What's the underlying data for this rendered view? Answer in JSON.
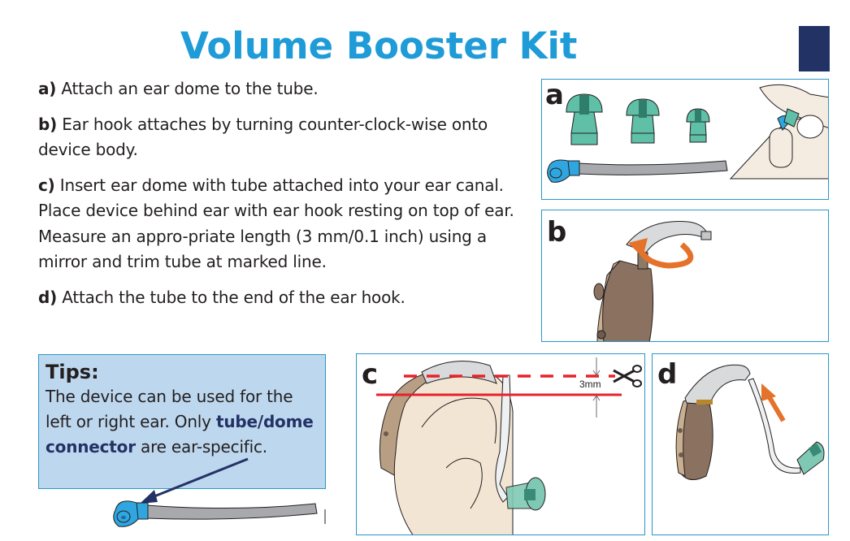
{
  "header": {
    "title": "Volume Booster Kit",
    "corner_tab_color": "#233265"
  },
  "colors": {
    "title_blue": "#1f9bd7",
    "panel_border": "#2b97c9",
    "tips_background": "#bdd7ee",
    "emphasis_navy": "#233265",
    "cut_line_red": "#e8212b",
    "arrow_orange": "#e5722a",
    "dome_green": "#5fbfa7",
    "connector_blue": "#2fa6df",
    "tube_grey": "#a7a9ac",
    "device_brown": "#8b7260"
  },
  "steps": [
    {
      "label": "a)",
      "text": " Attach an ear dome to the tube."
    },
    {
      "label": "b)",
      "text": " Ear hook attaches by turning counter-clock-wise onto device body."
    },
    {
      "label": "c)",
      "text": " Insert ear dome with tube attached into your ear canal. Place device behind ear with ear hook resting on top of ear. Measure an appro-priate length (3 mm/0.1 inch) using a mirror and trim tube at marked line."
    },
    {
      "label": "d)",
      "text": " Attach the tube to the end of the ear hook."
    }
  ],
  "tips": {
    "title": "Tips:",
    "body_before": "The device can be used for the left or right ear. Only ",
    "body_emphasis": "tube/dome connector",
    "body_after": " are ear-specific."
  },
  "panels": {
    "a": {
      "label": "a",
      "icons": [
        "ear-dome-large-icon",
        "ear-dome-medium-icon",
        "ear-dome-small-icon",
        "tube-with-connector-icon",
        "hand-attaching-dome-icon"
      ]
    },
    "b": {
      "label": "b",
      "icons": [
        "device-body-icon",
        "ear-hook-icon",
        "counter-clockwise-arrow-icon"
      ]
    },
    "c": {
      "label": "c",
      "measurement": "3mm",
      "icons": [
        "ear-icon",
        "scissors-icon",
        "dashed-cut-line",
        "solid-marked-line"
      ]
    },
    "d": {
      "label": "d",
      "icons": [
        "device-with-hook-icon",
        "tube-icon",
        "up-arrow-icon",
        "ear-dome-icon"
      ]
    }
  }
}
